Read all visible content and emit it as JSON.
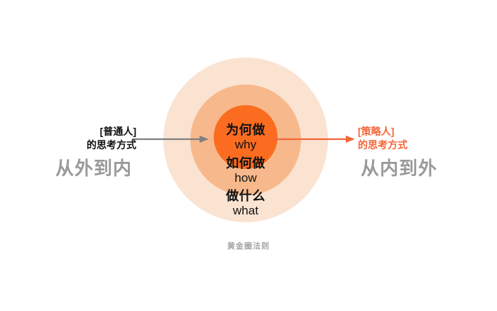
{
  "diagram": {
    "caption": "黄金圈法则",
    "colors": {
      "ring_outer": "#fbe3d2",
      "ring_middle": "#f7b98c",
      "ring_inner": "#fb6c21",
      "arrow_left": "#7f7f7f",
      "arrow_right": "#f4663a",
      "headline_gray": "#9a9a9a",
      "kicker_orange": "#f4663a",
      "kicker_black": "#111111",
      "caption_gray": "#a6a6a6"
    },
    "rings": [
      {
        "id": "outer",
        "cn": "做什么",
        "en": "what"
      },
      {
        "id": "middle",
        "cn": "如何做",
        "en": "how"
      },
      {
        "id": "inner",
        "cn": "为何做",
        "en": "why"
      }
    ],
    "labels": {
      "why": {
        "cn": "为何做",
        "en": "why"
      },
      "how": {
        "cn": "如何做",
        "en": "how"
      },
      "what": {
        "cn": "做什么",
        "en": "what"
      }
    },
    "left": {
      "kicker": "[普通人]\n的思考方式",
      "headline": "从外到内",
      "arrow_icon": "arrow-right-icon",
      "arrow_direction": "inward"
    },
    "right": {
      "kicker": "[策略人]\n的思考方式",
      "headline": "从内到外",
      "arrow_icon": "arrow-right-icon",
      "arrow_direction": "outward"
    }
  }
}
